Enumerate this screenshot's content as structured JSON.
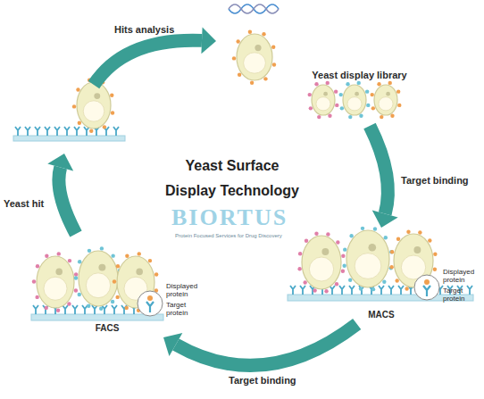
{
  "diagram": {
    "title": "Yeast Surface Display Technology",
    "nodes": [
      {
        "text": [
          "Yeast display library"
        ]
      },
      {
        "text": [
          "MACS"
        ]
      },
      {
        "text": [
          "FACS"
        ]
      }
    ],
    "edges": [
      {
        "from": 0,
        "to": 1,
        "label": "Target binding",
        "arrow": "to"
      },
      {
        "from": 1,
        "to": 2,
        "label": "Target binding",
        "arrow": "to"
      }
    ],
    "labels": [
      "Hits analysis",
      "Yeast hit",
      "Displayed protein",
      "Target protein",
      "Displayed protein",
      "Target protein",
      "BIORTUS",
      "Protein Focused Services for Drug Discovery"
    ]
  }
}
